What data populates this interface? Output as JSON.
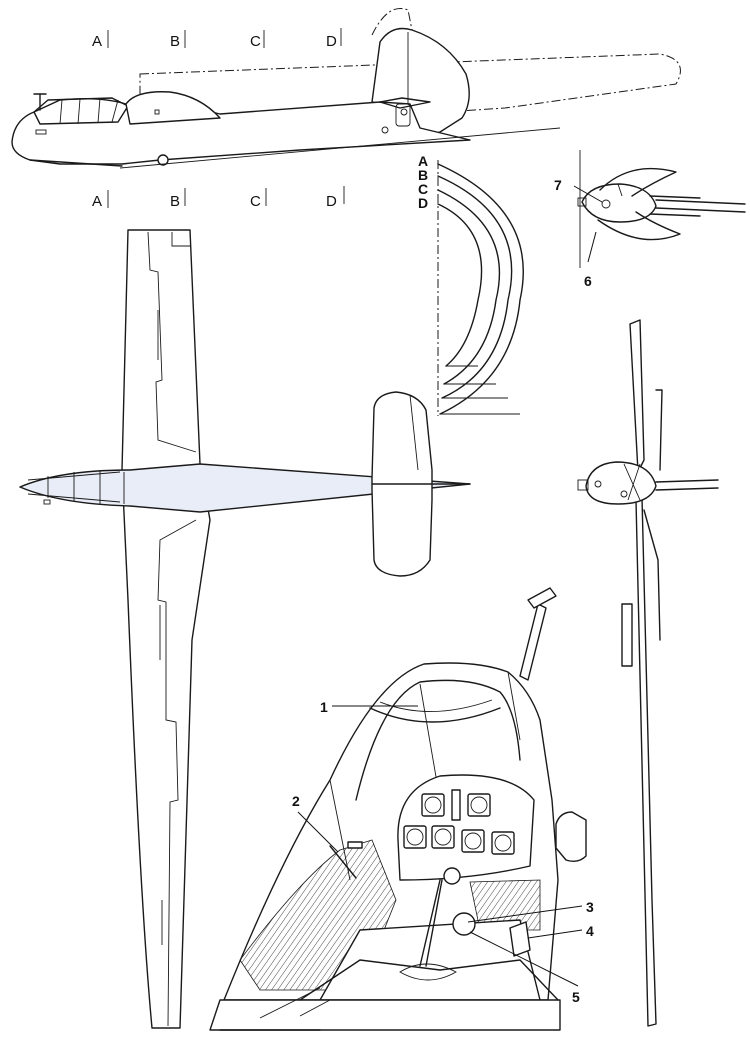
{
  "section_marks_side": [
    "A",
    "B",
    "C",
    "D"
  ],
  "section_marks_plan": [
    "A",
    "B",
    "C",
    "D"
  ],
  "section_marks_profile": [
    "A",
    "B",
    "C",
    "D"
  ],
  "callouts": [
    "1",
    "2",
    "3",
    "4",
    "5",
    "6",
    "7"
  ]
}
